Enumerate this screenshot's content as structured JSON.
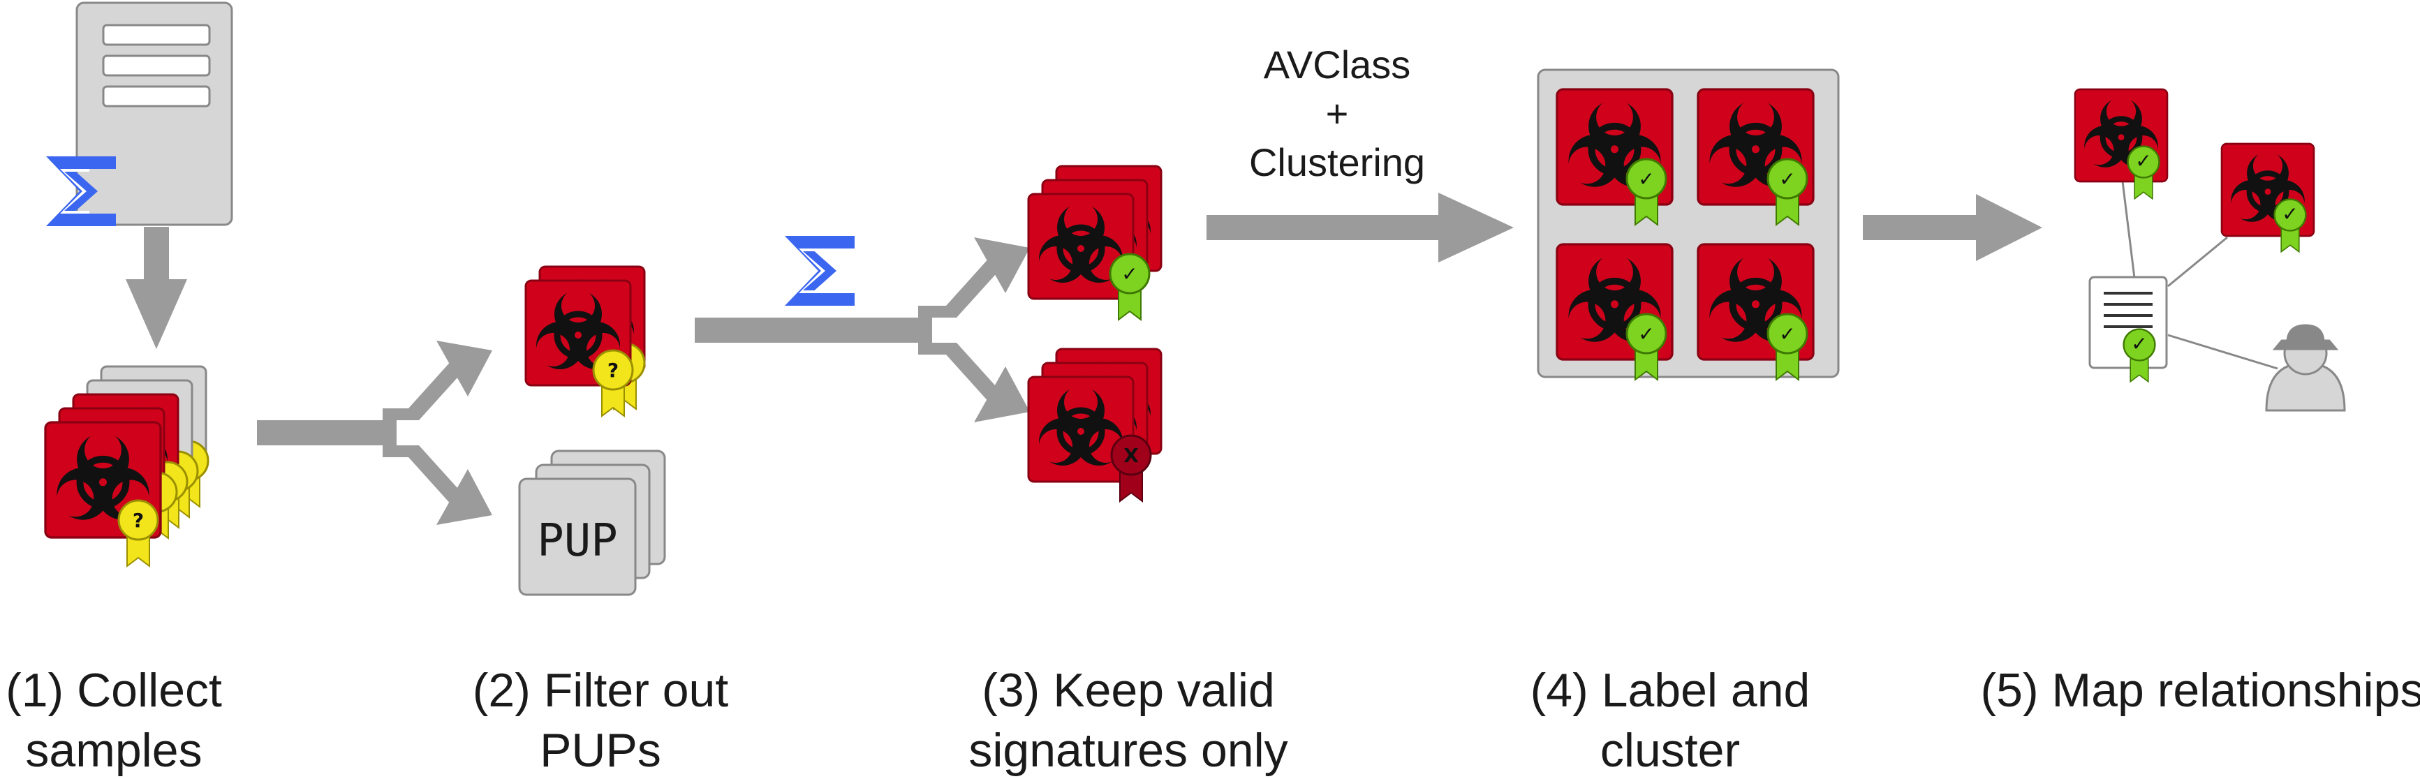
{
  "stages": [
    {
      "label_line1": "(1) Collect",
      "label_line2": "samples"
    },
    {
      "label_line1": "(2) Filter out",
      "label_line2": "PUPs"
    },
    {
      "label_line1": "(3) Keep valid",
      "label_line2": "signatures only"
    },
    {
      "label_line1": "(4) Label and",
      "label_line2": "cluster"
    },
    {
      "label_line1": "(5) Map relationships",
      "label_line2": ""
    }
  ],
  "flow": {
    "avclass_line1": "AVClass",
    "avclass_line2": "+",
    "avclass_line3": "Clustering"
  },
  "pup_card": {
    "text": "PUP"
  },
  "seals": {
    "unknown": "?",
    "valid": "✓",
    "invalid": "X"
  },
  "colors": {
    "malware_red": "#d0021b",
    "arrow_gray": "#9b9b9b",
    "card_gray": "#d6d6d6",
    "sigma_blue": "#3a66f0",
    "seal_yellow": "#f3e51b",
    "seal_green": "#7ed321"
  }
}
